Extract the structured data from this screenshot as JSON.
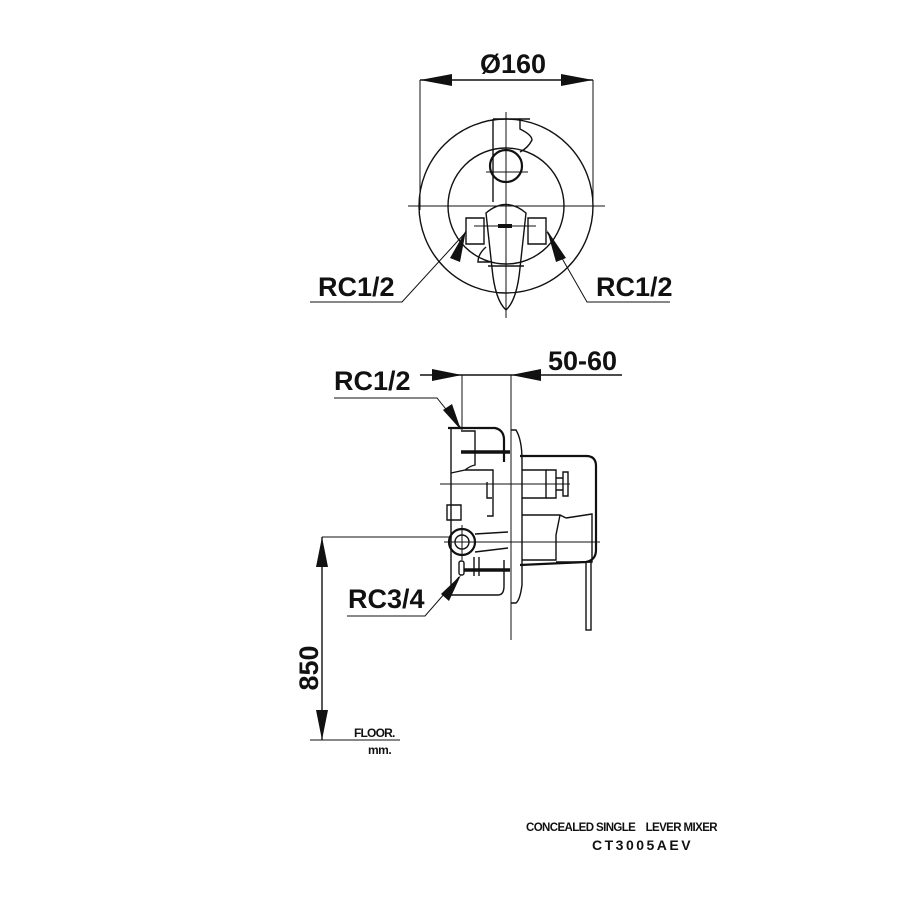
{
  "drawing": {
    "type": "technical-drawing",
    "product_title": "CONCEALED SINGLE    LEVER MIXER",
    "model": "CT3005AEV",
    "units": "mm.",
    "floor_label": "FLOOR.",
    "front_view": {
      "diameter_label": "Ø160",
      "left_inlet_label": "RC1/2",
      "right_inlet_label": "RC1/2"
    },
    "side_view": {
      "top_inlet_label": "RC1/2",
      "depth_label": "50-60",
      "bottom_outlet_label": "RC3/4",
      "height_label": "850"
    }
  }
}
